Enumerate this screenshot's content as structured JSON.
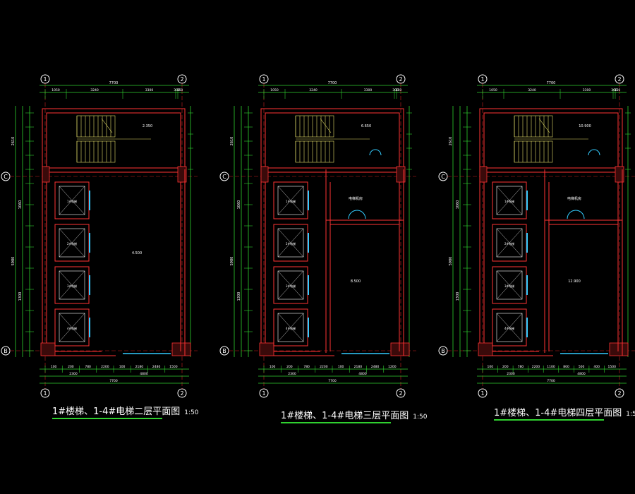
{
  "colors": {
    "background": "#000000",
    "wall": "#ff3333",
    "dim": "#2fd12f",
    "stair": "#e6e06a",
    "text": "#ffffff",
    "door": "#33ccff",
    "axis_line": "#cc2222"
  },
  "plans": [
    {
      "title": "1#楼梯、1-4#电梯二层平面图",
      "scale": "1:50",
      "axis_top": [
        "1",
        "2"
      ],
      "axis_side": [
        "C",
        "B"
      ],
      "total_width": "7700",
      "top_dims": [
        "1050",
        "3240",
        "3300",
        "300",
        "150"
      ],
      "bottom_dims": [
        "100",
        "200",
        "780",
        "2200",
        "100",
        "2180",
        "2480",
        "1500"
      ],
      "bottom_dims2": [
        "2300",
        "4800"
      ],
      "left_dims": [
        "2610",
        "1060",
        "1300",
        "5980"
      ],
      "labels": {
        "elevation": "4.500",
        "elev2": "2.350",
        "room": "",
        "lift": "电梯"
      }
    },
    {
      "title": "1#楼梯、1-4#电梯三层平面图",
      "scale": "1:50",
      "axis_top": [
        "1",
        "2"
      ],
      "axis_side": [
        "C",
        "B"
      ],
      "total_width": "7700",
      "top_dims": [
        "1050",
        "3240",
        "3300",
        "300",
        "150"
      ],
      "bottom_dims": [
        "100",
        "200",
        "780",
        "2200",
        "100",
        "2180",
        "2480",
        "1200"
      ],
      "bottom_dims2": [
        "2300",
        "4800"
      ],
      "left_dims": [
        "2610",
        "1060",
        "1300",
        "5980"
      ],
      "labels": {
        "elevation": "8.500",
        "elev2": "6.650",
        "room": "电梯机房",
        "lift": "电梯"
      }
    },
    {
      "title": "1#楼梯、1-4#电梯四层平面图",
      "scale": "1:50",
      "axis_top": [
        "1",
        "2"
      ],
      "axis_side": [
        "C",
        "B"
      ],
      "total_width": "7700",
      "top_dims": [
        "1050",
        "3240",
        "3300",
        "300",
        "150"
      ],
      "bottom_dims": [
        "100",
        "200",
        "780",
        "2200",
        "1100",
        "800",
        "500",
        "400",
        "1500"
      ],
      "bottom_dims2": [
        "2300",
        "4800"
      ],
      "left_dims": [
        "2610",
        "1060",
        "1300",
        "5980"
      ],
      "labels": {
        "elevation": "12.900",
        "elev2": "10.900",
        "room": "电梯机房",
        "lift": "电梯"
      }
    }
  ]
}
